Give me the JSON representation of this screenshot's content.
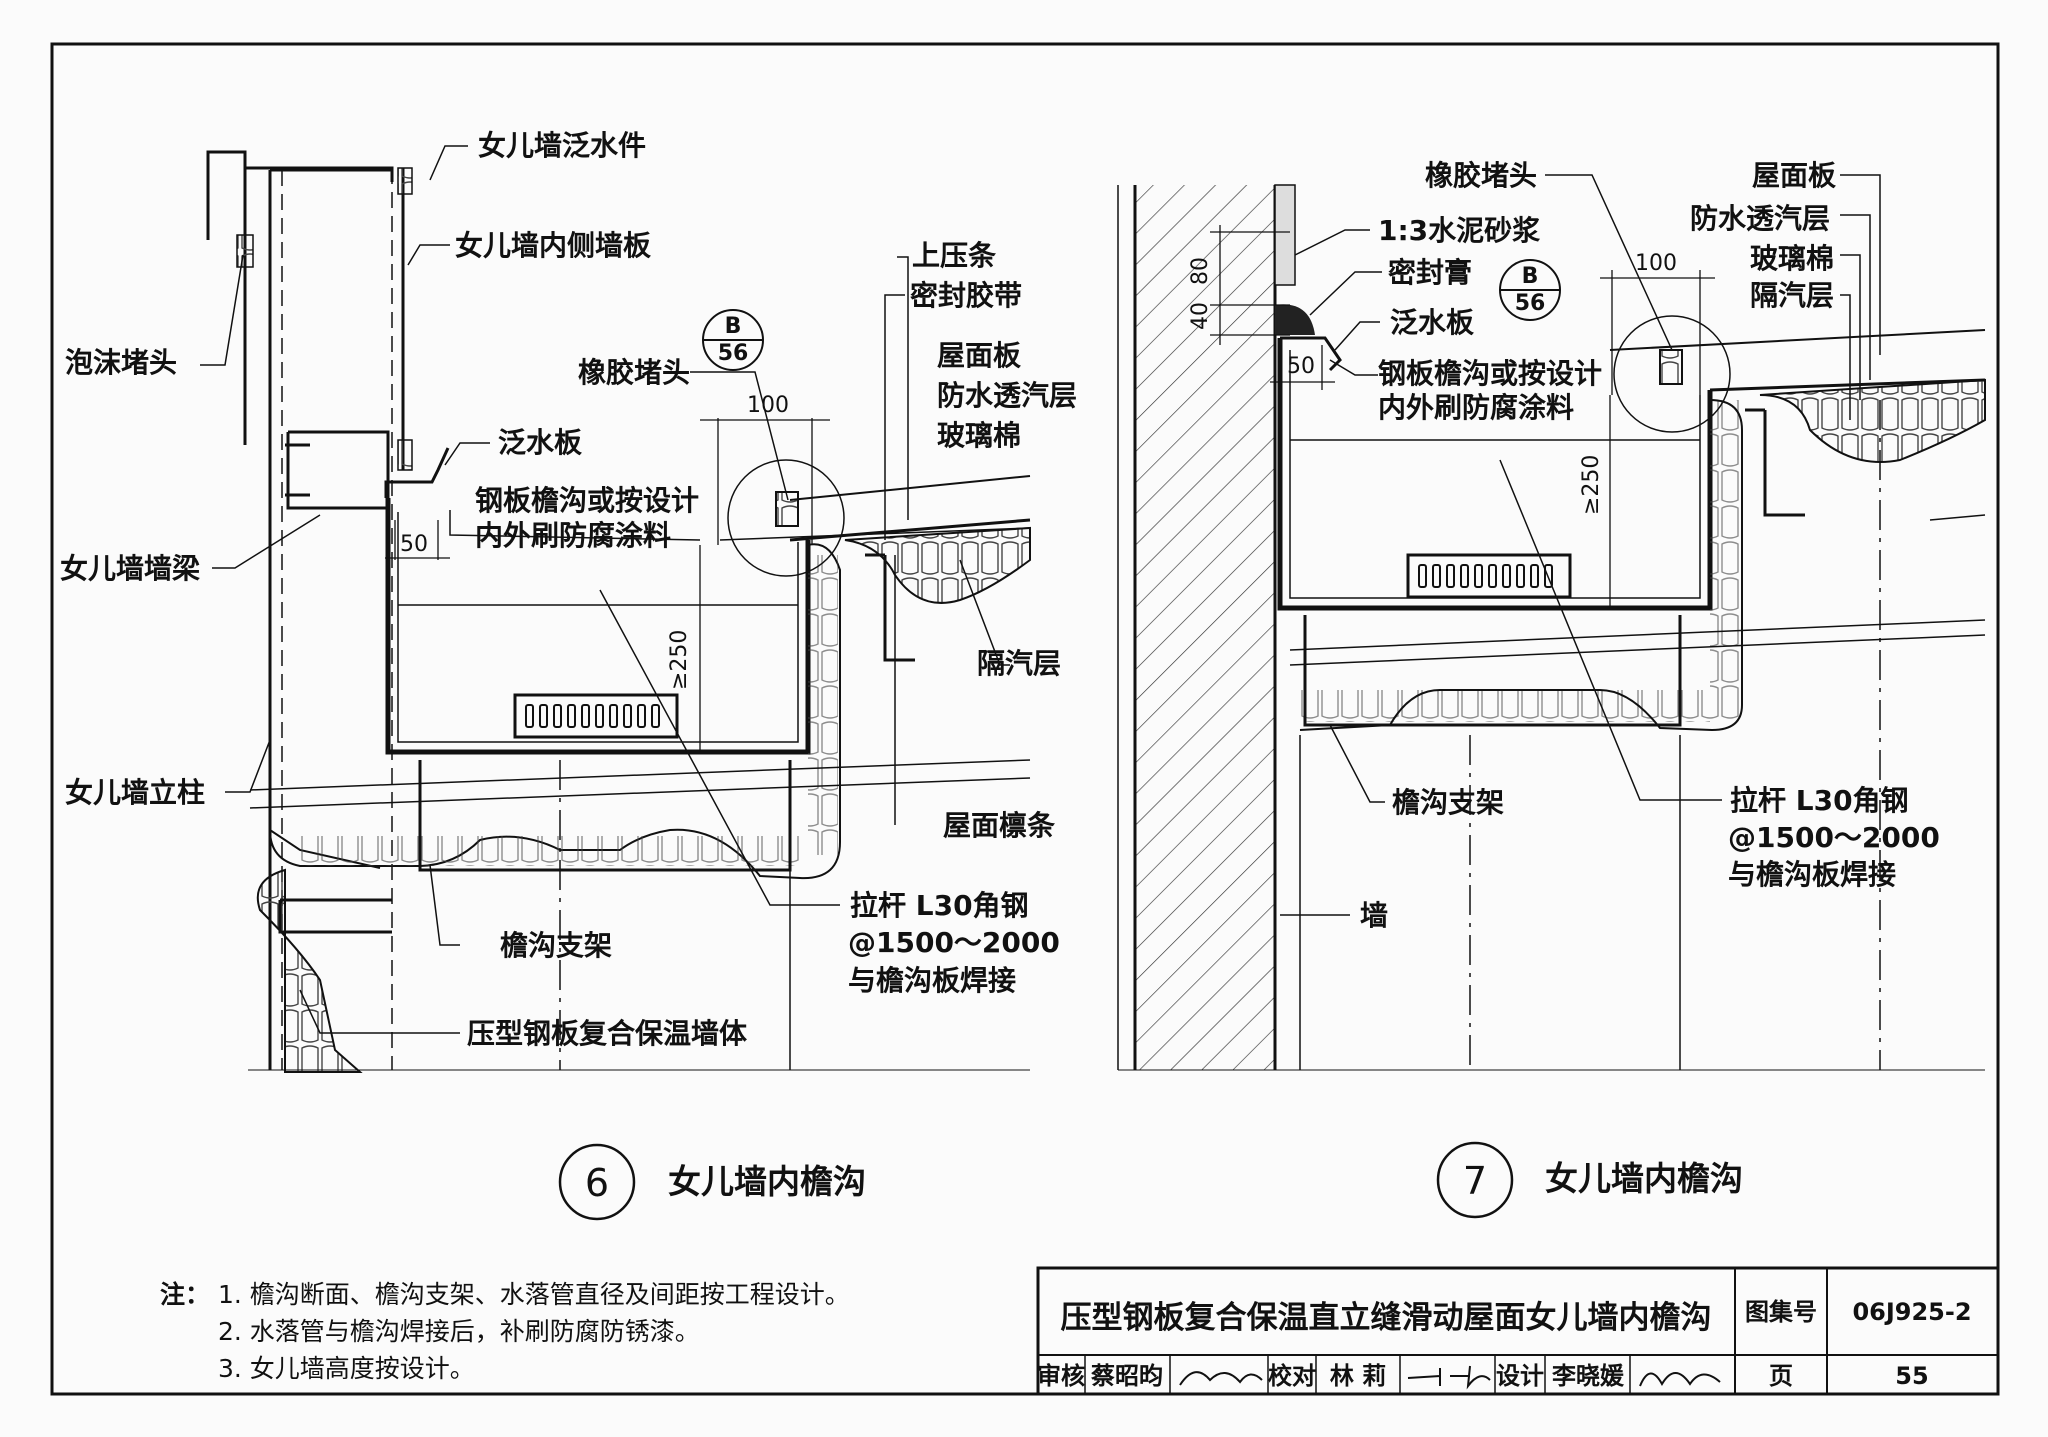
{
  "detail6": {
    "number": "6",
    "title": "女儿墙内檐沟",
    "labels": {
      "parapet_flashing": "女儿墙泛水件",
      "parapet_inner_panel": "女儿墙内侧墙板",
      "foam_plug": "泡沫堵头",
      "parapet_beam": "女儿墙墙梁",
      "parapet_column": "女儿墙立柱",
      "rubber_plug": "橡胶堵头",
      "flashing": "泛水板",
      "gutter_note_1": "钢板檐沟或按设计",
      "gutter_note_2": "内外刷防腐涂料",
      "top_strip": "上压条",
      "seal_tape": "密封胶带",
      "roof_panel": "屋面板",
      "breather": "防水透汽层",
      "glass_wool": "玻璃棉",
      "vapor_barrier": "隔汽层",
      "purlin": "屋面檩条",
      "tie_rod_1": "拉杆 L30角钢",
      "tie_rod_2": "@1500～2000",
      "tie_rod_3": "与檐沟板焊接",
      "gutter_bracket": "檐沟支架",
      "wall_body": "压型钢板复合保温墙体"
    },
    "ref_top": "B",
    "ref_bottom": "56",
    "dims": {
      "d100": "100",
      "d50": "50",
      "d250": "≥250"
    }
  },
  "detail7": {
    "number": "7",
    "title": "女儿墙内檐沟",
    "labels": {
      "rubber_plug": "橡胶堵头",
      "mortar": "1:3水泥砂浆",
      "sealant": "密封膏",
      "flashing": "泛水板",
      "gutter_note_1": "钢板檐沟或按设计",
      "gutter_note_2": "内外刷防腐涂料",
      "roof_panel": "屋面板",
      "breather": "防水透汽层",
      "glass_wool": "玻璃棉",
      "vapor_barrier": "隔汽层",
      "gutter_bracket": "檐沟支架",
      "wall": "墙",
      "tie_rod_1": "拉杆 L30角钢",
      "tie_rod_2": "@1500～2000",
      "tie_rod_3": "与檐沟板焊接"
    },
    "ref_top": "B",
    "ref_bottom": "56",
    "dims": {
      "d100": "100",
      "d80": "80",
      "d40": "40",
      "d50": "50",
      "d250": "≥250"
    }
  },
  "notes": {
    "prefix": "注：",
    "items": [
      "1. 檐沟断面、檐沟支架、水落管直径及间距按工程设计。",
      "2. 水落管与檐沟焊接后，补刷防腐防锈漆。",
      "3. 女儿墙高度按设计。"
    ]
  },
  "title_block": {
    "title": "压型钢板复合保温直立缝滑动屋面女儿墙内檐沟",
    "atlas_label": "图集号",
    "atlas_no": "06J925-2",
    "review_label": "审核",
    "reviewer": "蔡昭昀",
    "check_label": "校对",
    "checker": "林  莉",
    "design_label": "设计",
    "designer": "李晓媛",
    "page_label": "页",
    "page_no": "55"
  }
}
